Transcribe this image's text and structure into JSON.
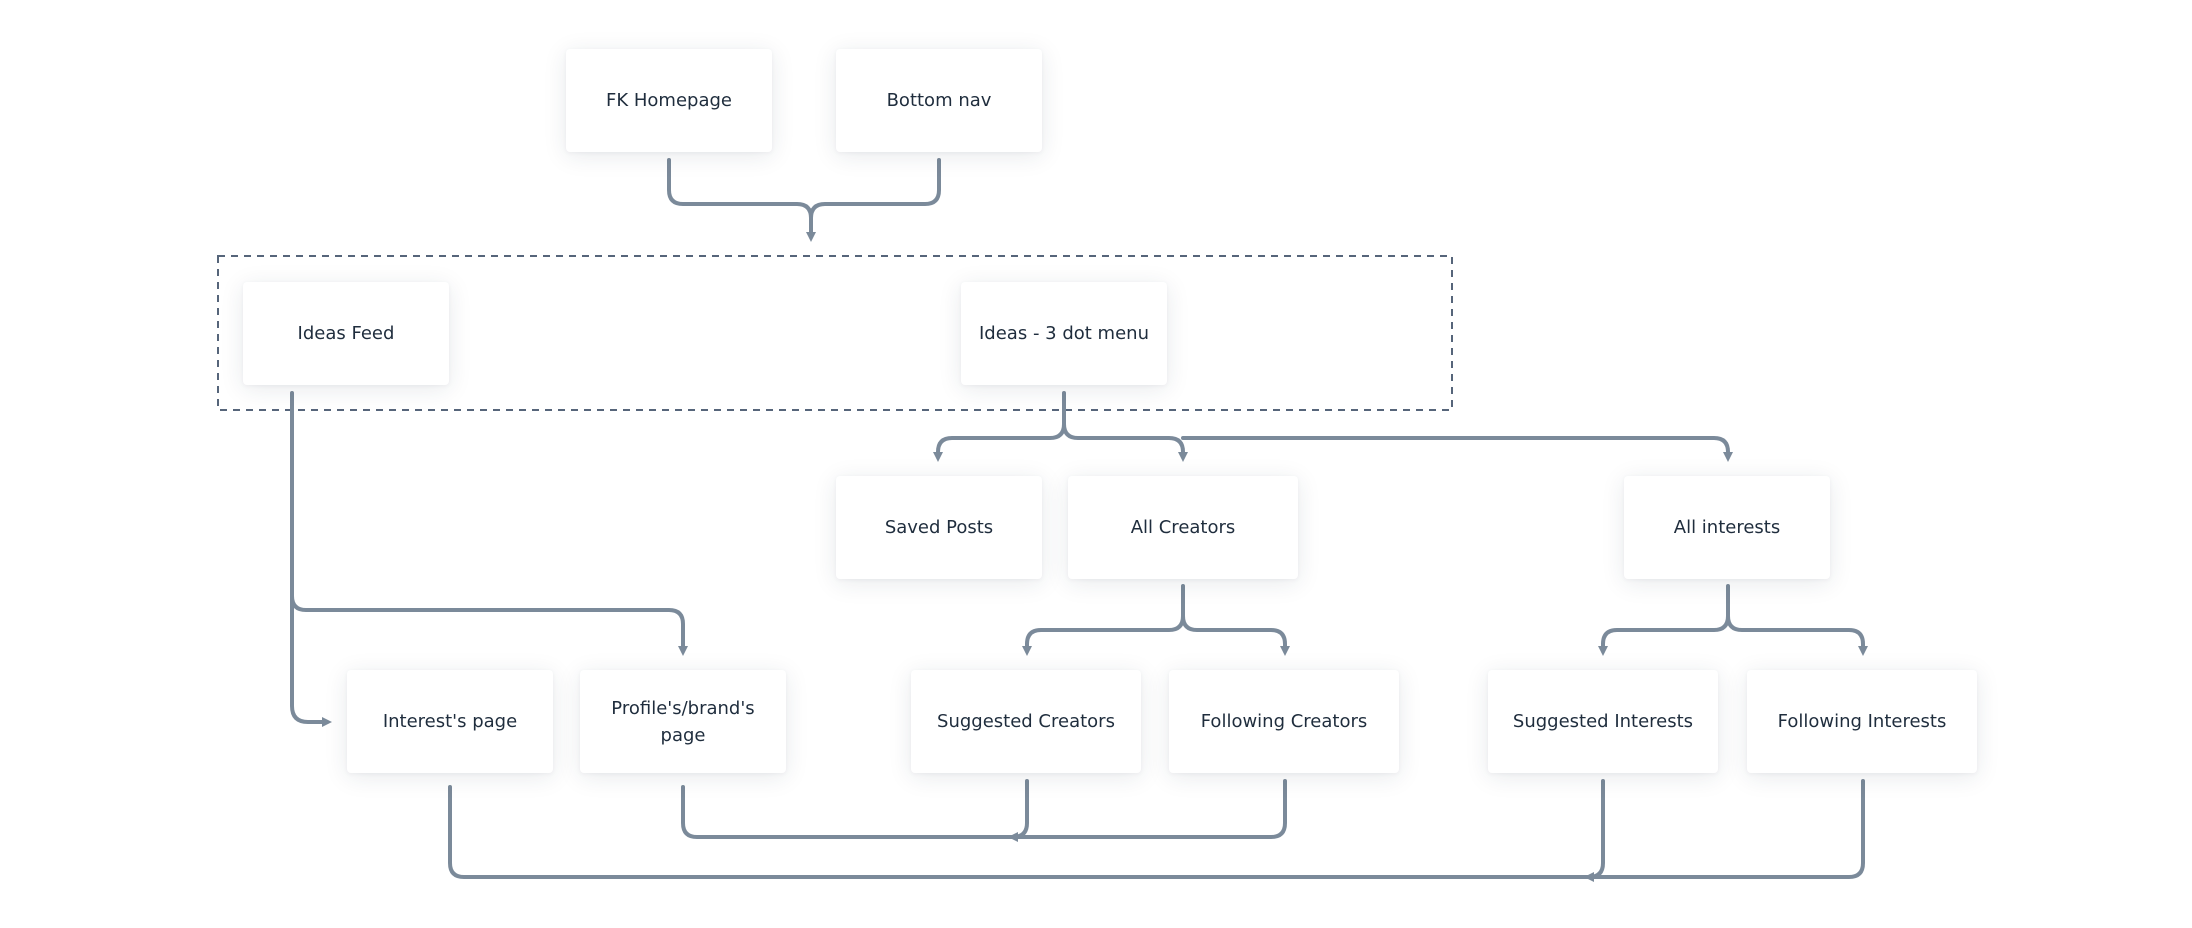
{
  "nodes": {
    "fk_homepage": "FK Homepage",
    "bottom_nav": "Bottom nav",
    "ideas_feed": "Ideas Feed",
    "ideas_menu": "Ideas - 3 dot menu",
    "saved_posts": "Saved Posts",
    "all_creators": "All Creators",
    "all_interests": "All interests",
    "interests_page": "Interest's page",
    "profile_page": "Profile's/brand's page",
    "suggested_creators": "Suggested Creators",
    "following_creators": "Following Creators",
    "suggested_interests": "Suggested Interests",
    "following_interests": "Following Interests"
  },
  "colors": {
    "connector": "#7b8a9a",
    "group_border": "#56657a",
    "node_text": "#1f2d3d"
  }
}
